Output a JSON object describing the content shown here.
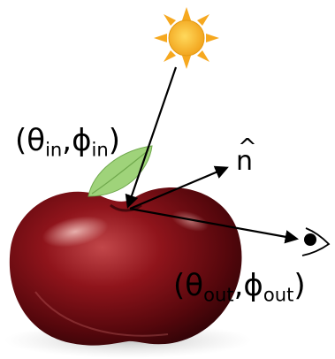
{
  "labels": {
    "incoming": {
      "theta": "θ",
      "theta_sub": "in",
      "phi": "ϕ",
      "phi_sub": "in"
    },
    "outgoing": {
      "theta": "θ",
      "theta_sub": "out",
      "phi": "ϕ",
      "phi_sub": "out"
    },
    "normal": {
      "hat": "^",
      "symbol": "n"
    }
  },
  "colors": {
    "sun": "#f7b52d",
    "sun_rays": "#f6a81f",
    "apple_dark": "#3a0508",
    "apple_mid": "#8f141b",
    "apple_light": "#d98a86",
    "leaf": "#9fd37a",
    "arrow": "#000000"
  }
}
